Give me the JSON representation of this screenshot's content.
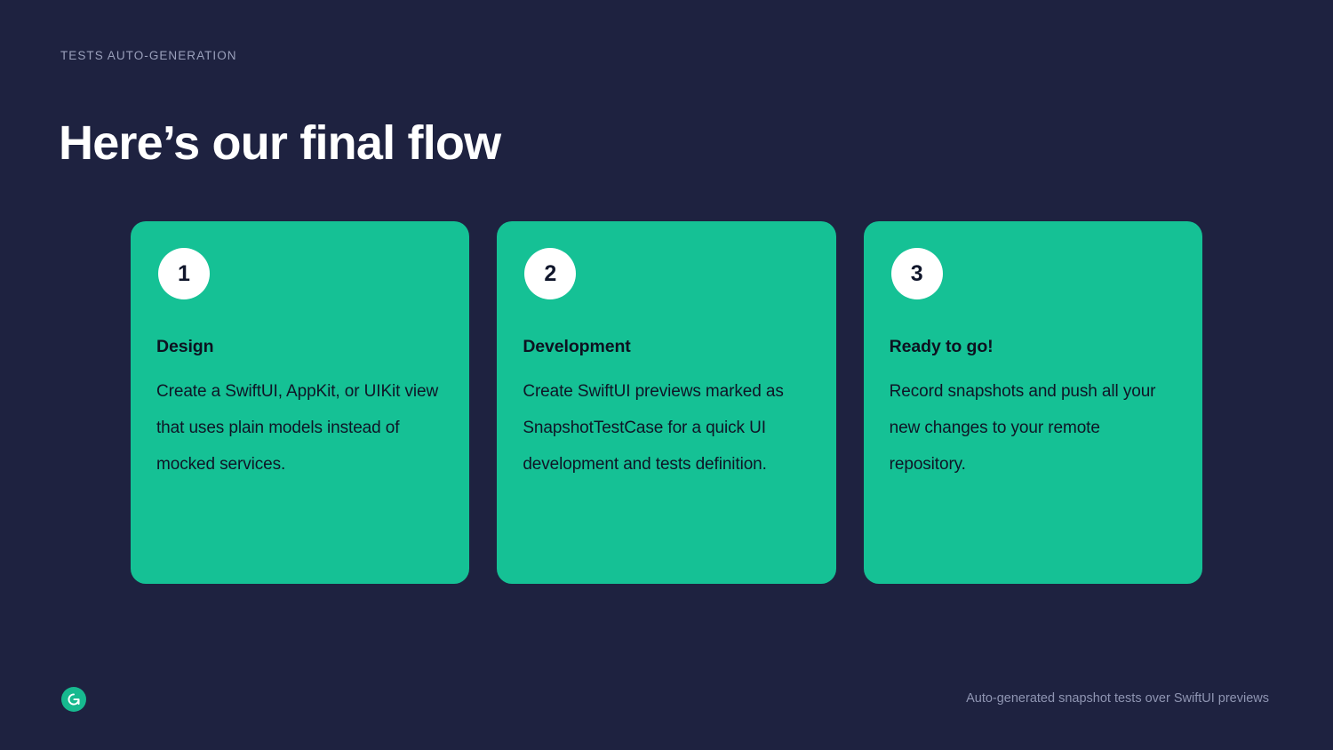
{
  "slide": {
    "eyebrow": "TESTS AUTO-GENERATION",
    "title": "Here’s our final flow",
    "background_color": "#1e2240",
    "accent_color": "#15c195"
  },
  "cards": [
    {
      "number": "1",
      "heading": "Design",
      "body": "Create a SwiftUI, AppKit, or UIKit view that uses plain models instead of mocked services."
    },
    {
      "number": "2",
      "heading": "Development",
      "body": "Create SwiftUI previews marked as SnapshotTestCase for a quick UI development and tests definition."
    },
    {
      "number": "3",
      "heading": "Ready to go!",
      "body": "Record snapshots and push all your new changes to your remote repository."
    }
  ],
  "footer": {
    "caption": "Auto-generated snapshot tests over SwiftUI previews",
    "logo_icon": "rotate-g-logo-icon"
  }
}
